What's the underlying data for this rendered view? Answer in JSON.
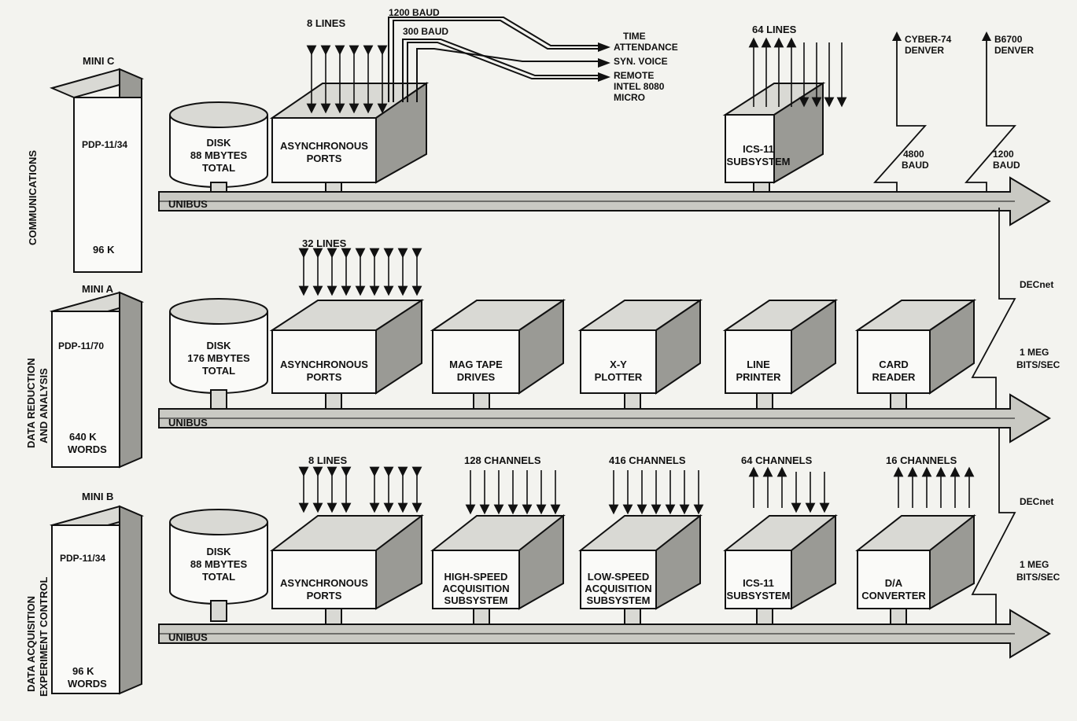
{
  "systems": {
    "communications": {
      "label": "COMMUNICATIONS",
      "mini": "MINI C",
      "model": "PDP-11/34",
      "memory": "96 K",
      "disk": [
        "DISK",
        "88 MBYTES",
        "TOTAL"
      ],
      "bus": "UNIBUS",
      "line_count": "8 LINES",
      "baud_1200": "1200 BAUD",
      "baud_300": "300 BAUD",
      "remote_devices": [
        "TIME",
        "ATTENDANCE",
        "SYN. VOICE",
        "REMOTE",
        "INTEL 8080",
        "MICRO"
      ],
      "devices": [
        {
          "line1": "ASYNCHRONOUS",
          "line2": "PORTS"
        },
        {
          "top": "64 LINES",
          "line1": "ICS-11",
          "line2": "SUBSYSTEM"
        }
      ],
      "links": [
        {
          "target1": "CYBER-74",
          "target2": "DENVER",
          "rate1": "4800",
          "rate2": "BAUD"
        },
        {
          "target1": "B6700",
          "target2": "DENVER",
          "rate1": "1200",
          "rate2": "BAUD"
        }
      ]
    },
    "data_reduction": {
      "label1": "DATA REDUCTION",
      "label2": "AND ANALYSIS",
      "mini": "MINI A",
      "model": "PDP-11/70",
      "memory1": "640 K",
      "memory2": "WORDS",
      "disk": [
        "DISK",
        "176 MBYTES",
        "TOTAL"
      ],
      "bus": "UNIBUS",
      "line_count": "32 LINES",
      "devices": [
        {
          "line1": "ASYNCHRONOUS",
          "line2": "PORTS"
        },
        {
          "line1": "MAG TAPE",
          "line2": "DRIVES"
        },
        {
          "line1": "X-Y",
          "line2": "PLOTTER"
        },
        {
          "line1": "LINE",
          "line2": "PRINTER"
        },
        {
          "line1": "CARD",
          "line2": "READER"
        }
      ]
    },
    "data_acquisition": {
      "label1": "DATA ACQUISITION",
      "label2": "EXPERIMENT CONTROL",
      "mini": "MINI B",
      "model": "PDP-11/34",
      "memory1": "96 K",
      "memory2": "WORDS",
      "disk": [
        "DISK",
        "88 MBYTES",
        "TOTAL"
      ],
      "bus": "UNIBUS",
      "devices": [
        {
          "top": "8 LINES",
          "line1": "ASYNCHRONOUS",
          "line2": "PORTS"
        },
        {
          "top": "128 CHANNELS",
          "line1": "HIGH-SPEED",
          "line2": "ACQUISITION",
          "line3": "SUBSYSTEM"
        },
        {
          "top": "416 CHANNELS",
          "line1": "LOW-SPEED",
          "line2": "ACQUISITION",
          "line3": "SUBSYSTEM"
        },
        {
          "top": "64 CHANNELS",
          "line1": "ICS-11",
          "line2": "SUBSYSTEM"
        },
        {
          "top": "16 CHANNELS",
          "line1": "D/A",
          "line2": "CONVERTER"
        }
      ]
    }
  },
  "network": {
    "decnet_1": "DECnet",
    "speed_1a": "1 MEG",
    "speed_1b": "BITS/SEC",
    "decnet_2": "DECnet",
    "speed_2a": "1 MEG",
    "speed_2b": "BITS/SEC"
  }
}
